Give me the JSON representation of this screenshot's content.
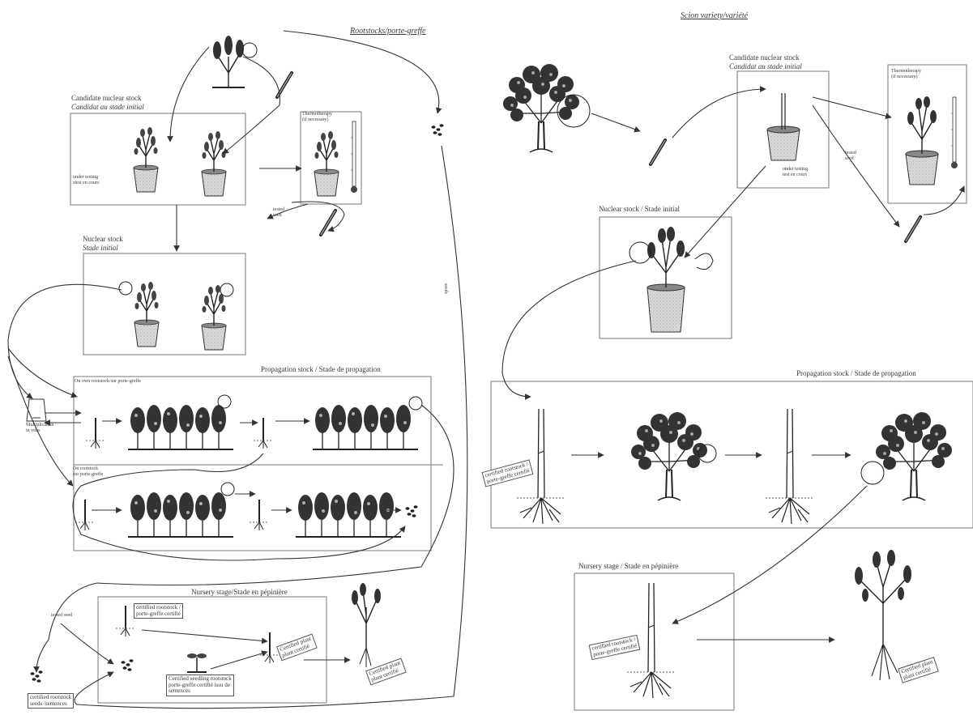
{
  "diagram": {
    "left_panel": {
      "title": "Rootstocks/porte-greffe",
      "candidate_stage": {
        "label_en": "Candidate nuclear stock",
        "label_fr": "Candidat au stade initial",
        "note": "under testing\nstest en cours"
      },
      "thermo_left": {
        "label": "Thermotherapy\n(if necessary)"
      },
      "tested_seed": "tested\nseed",
      "nuclear_stage": {
        "label_en": "Nuclear stock",
        "label_fr": "Stade initial"
      },
      "propagation_stage": {
        "label": "Propagation stock / Stade de propagation"
      },
      "micro_label": "Multiplication\nin vitro",
      "top_row_label": "On own rootstock/sur porte-greffe",
      "bottom_row_label": "On rootstock\nsur porte-greffe",
      "side_label": "seeds",
      "tested_seed_bottom": "tested seed",
      "nursery_stage": {
        "label": "Nursery stage/Stade en pépinière"
      },
      "tag_rootstock": "certified rootstock /\nporte-greffe certifié",
      "tag_seedling": "Certified seedling rootstock\nporte-greffe certifié issu de\nsemences",
      "tag_certified": "Certified plant\nplant certifié",
      "tag_seed": "certified rootstock\nseeds /semences"
    },
    "right_panel": {
      "title": "Scion variety/variété",
      "candidate_stage": {
        "label_en": "Candidate nuclear stock",
        "label_fr": "Candidat au stade initial",
        "note": "under testing\ntest en cours"
      },
      "thermo_right": {
        "label": "Thermotherapy\n(if necessary)"
      },
      "tested_seed": "tested\nseed",
      "nuclear_stage": {
        "label": "Nuclear stock / Stade initial"
      },
      "propagation_stage": {
        "label": "Propagation stock / Stade de propagation"
      },
      "nursery_stage": {
        "label": "Nursery stage / Stade en pépinière"
      },
      "tag_graft": "certified rootstock /\nporte-greffe certifié",
      "tag_nursery": "certified rootstock /\nporte-greffe certifié",
      "tag_certified": "Certified plant\nplant certifié"
    }
  }
}
